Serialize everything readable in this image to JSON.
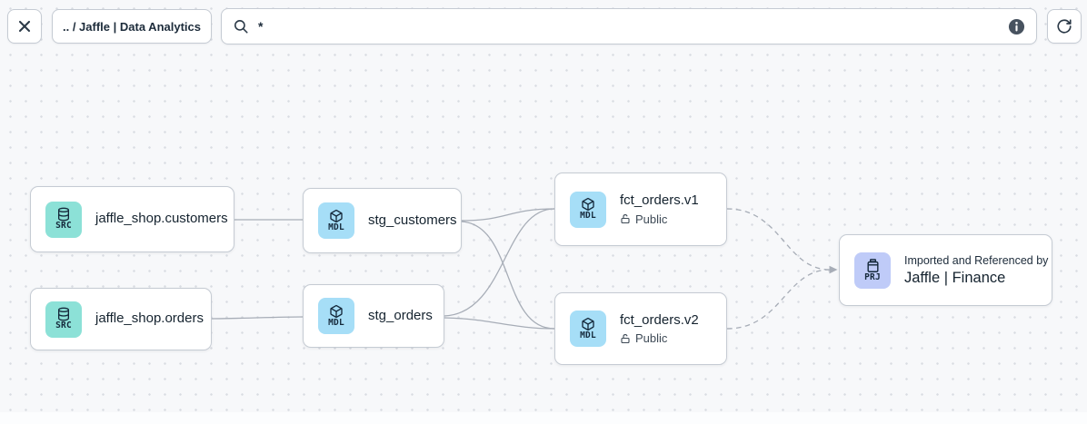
{
  "toolbar": {
    "breadcrumb": ".. / Jaffle | Data Analytics",
    "search": {
      "value": "*",
      "placeholder": ""
    },
    "icons": {
      "close": "x-icon",
      "search": "search-icon",
      "info": "info-icon",
      "refresh": "refresh-icon"
    }
  },
  "graph": {
    "nodes": {
      "jaffle_shop_customers": {
        "badge": "SRC",
        "type": "source",
        "title": "jaffle_shop.customers"
      },
      "jaffle_shop_orders": {
        "badge": "SRC",
        "type": "source",
        "title": "jaffle_shop.orders"
      },
      "stg_customers": {
        "badge": "MDL",
        "type": "model",
        "title": "stg_customers"
      },
      "stg_orders": {
        "badge": "MDL",
        "type": "model",
        "title": "stg_orders"
      },
      "fct_orders_v1": {
        "badge": "MDL",
        "type": "model",
        "title": "fct_orders.v1",
        "access": "Public"
      },
      "fct_orders_v2": {
        "badge": "MDL",
        "type": "model",
        "title": "fct_orders.v2",
        "access": "Public"
      },
      "jaffle_finance_project": {
        "badge": "PRJ",
        "type": "project",
        "subtitle": "Imported and Referenced by",
        "title": "Jaffle | Finance"
      }
    },
    "edges": [
      {
        "from": "jaffle_shop_customers",
        "to": "stg_customers",
        "style": "solid"
      },
      {
        "from": "jaffle_shop_orders",
        "to": "stg_orders",
        "style": "solid"
      },
      {
        "from": "stg_customers",
        "to": "fct_orders_v1",
        "style": "solid"
      },
      {
        "from": "stg_customers",
        "to": "fct_orders_v2",
        "style": "solid"
      },
      {
        "from": "stg_orders",
        "to": "fct_orders_v1",
        "style": "solid"
      },
      {
        "from": "stg_orders",
        "to": "fct_orders_v2",
        "style": "solid"
      },
      {
        "from": "fct_orders_v1",
        "to": "jaffle_finance_project",
        "style": "dashed"
      },
      {
        "from": "fct_orders_v2",
        "to": "jaffle_finance_project",
        "style": "dashed"
      }
    ]
  },
  "colors": {
    "canvas_bg": "#f7f8fa",
    "dot_grid": "#d9dce2",
    "node_border": "#c5cbd3",
    "edge": "#a7adb7",
    "src_badge": "#8ce1d7",
    "mdl_badge": "#a6def7",
    "prj_badge": "#bfcbf8",
    "text_dark": "#15232f",
    "info_icon_bg": "#47525f"
  }
}
